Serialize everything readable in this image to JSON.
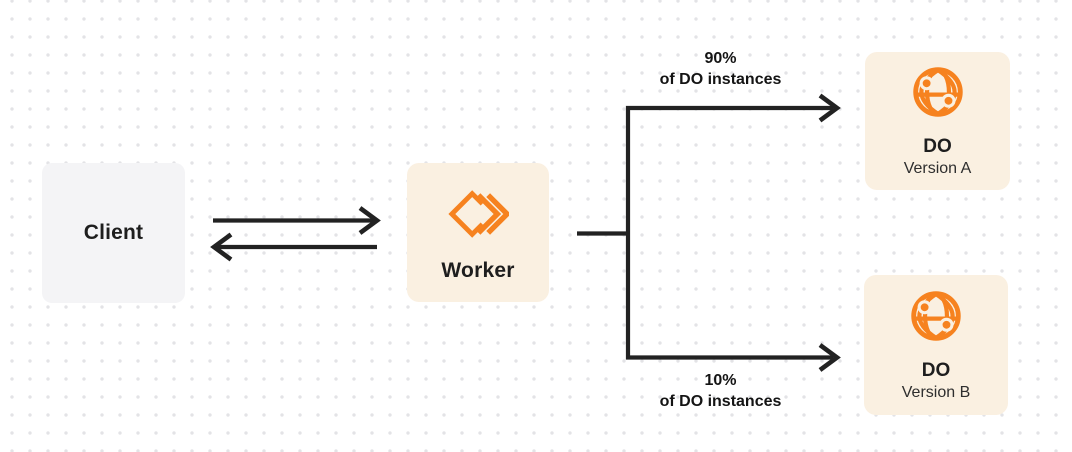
{
  "diagram": {
    "nodes": {
      "client": {
        "label": "Client"
      },
      "worker": {
        "label": "Worker",
        "icon": "workers-logo-icon"
      },
      "do_a": {
        "title": "DO",
        "subtitle": "Version A",
        "icon": "globe-icon"
      },
      "do_b": {
        "title": "DO",
        "subtitle": "Version B",
        "icon": "globe-icon"
      }
    },
    "edges": {
      "client_worker": {
        "type": "bidirectional-arrows"
      },
      "top_branch": {
        "percent": "90%",
        "caption": "of DO instances"
      },
      "bottom_branch": {
        "percent": "10%",
        "caption": "of DO instances"
      }
    },
    "colors": {
      "accent_orange": "#f6821f",
      "node_cream": "#faf0e1",
      "node_gray": "#f4f4f6",
      "line_dark": "#222222",
      "dot_grid": "#e3e3e6",
      "text_dark": "#1e1e1e"
    }
  }
}
